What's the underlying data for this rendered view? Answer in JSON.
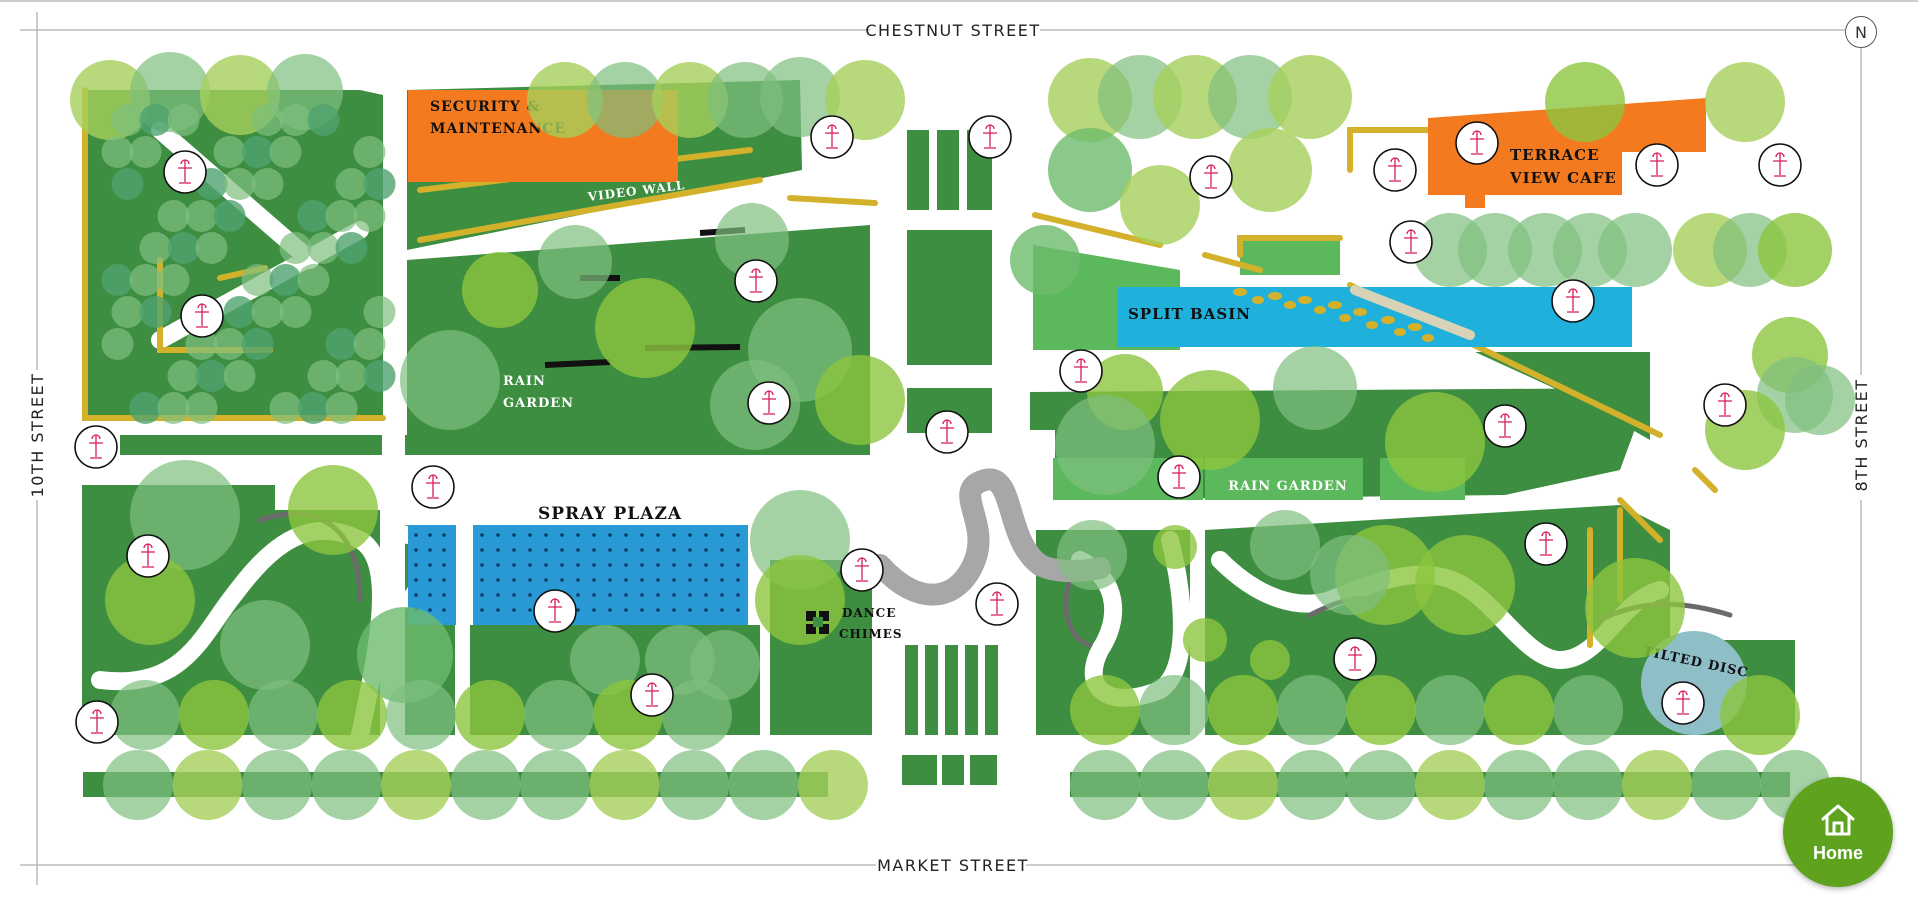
{
  "streets": {
    "north": "CHESTNUT STREET",
    "south": "MARKET STREET",
    "west": "10TH STREET",
    "east": "8TH STREET"
  },
  "areas": {
    "security_line1": "SECURITY &",
    "security_line2": "MAINTENANCE",
    "video_wall": "VIDEO WALL",
    "rain_garden_west_line1": "RAIN",
    "rain_garden_west_line2": "GARDEN",
    "spray_plaza": "SPRAY PLAZA",
    "dance_chimes_line1": "DANCE",
    "dance_chimes_line2": "CHIMES",
    "split_basin": "SPLIT BASIN",
    "rain_garden_east": "RAIN GARDEN",
    "terrace_line1": "TERRACE",
    "terrace_line2": "VIEW CAFE",
    "tilted_disc": "TILTED DISC"
  },
  "compass": {
    "label": "N"
  },
  "home": {
    "label": "Home",
    "icon": "home-icon"
  },
  "colors": {
    "lawn": "#3e8e41",
    "lawn_light": "#5cb85c",
    "tree_light": "#a6d05a",
    "tree_mid": "#8cc63f",
    "tree_pale": "#7fbf7f",
    "building": "#f47a20",
    "water": "#1fb0dc",
    "spray": "#2a9ad6",
    "path_gold": "#d4b12a",
    "disc": "#8ebfc7",
    "marker": "#d81b60",
    "home": "#5ea21e"
  }
}
